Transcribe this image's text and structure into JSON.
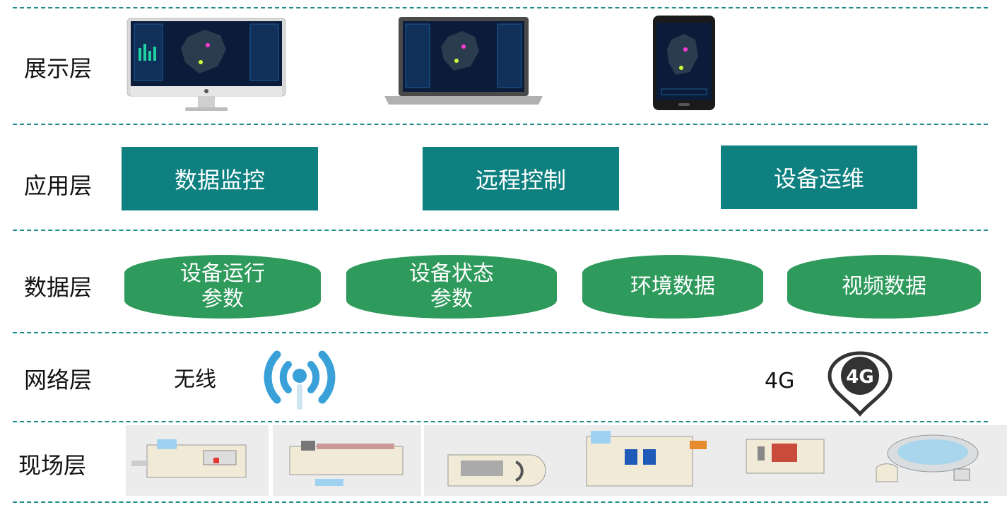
{
  "layers": {
    "display": "展示层",
    "application": "应用层",
    "data": "数据层",
    "network": "网络层",
    "field": "现场层"
  },
  "application_modules": [
    {
      "label": "数据监控"
    },
    {
      "label": "远程控制"
    },
    {
      "label": "设备运维"
    }
  ],
  "data_sources": [
    {
      "line1": "设备运行",
      "line2": "参数"
    },
    {
      "line1": "设备状态",
      "line2": "参数"
    },
    {
      "line1": "环境数据",
      "line2": ""
    },
    {
      "line1": "视频数据",
      "line2": ""
    }
  ],
  "network": {
    "wireless_label": "无线",
    "cellular_label": "4G",
    "cellular_badge": "4G"
  },
  "colors": {
    "application_box": "#0e8080",
    "data_ellipse": "#2e9a5c",
    "divider": "#1f8a8a",
    "wifi_icon": "#3aa0d8",
    "pin_icon": "#333333"
  }
}
